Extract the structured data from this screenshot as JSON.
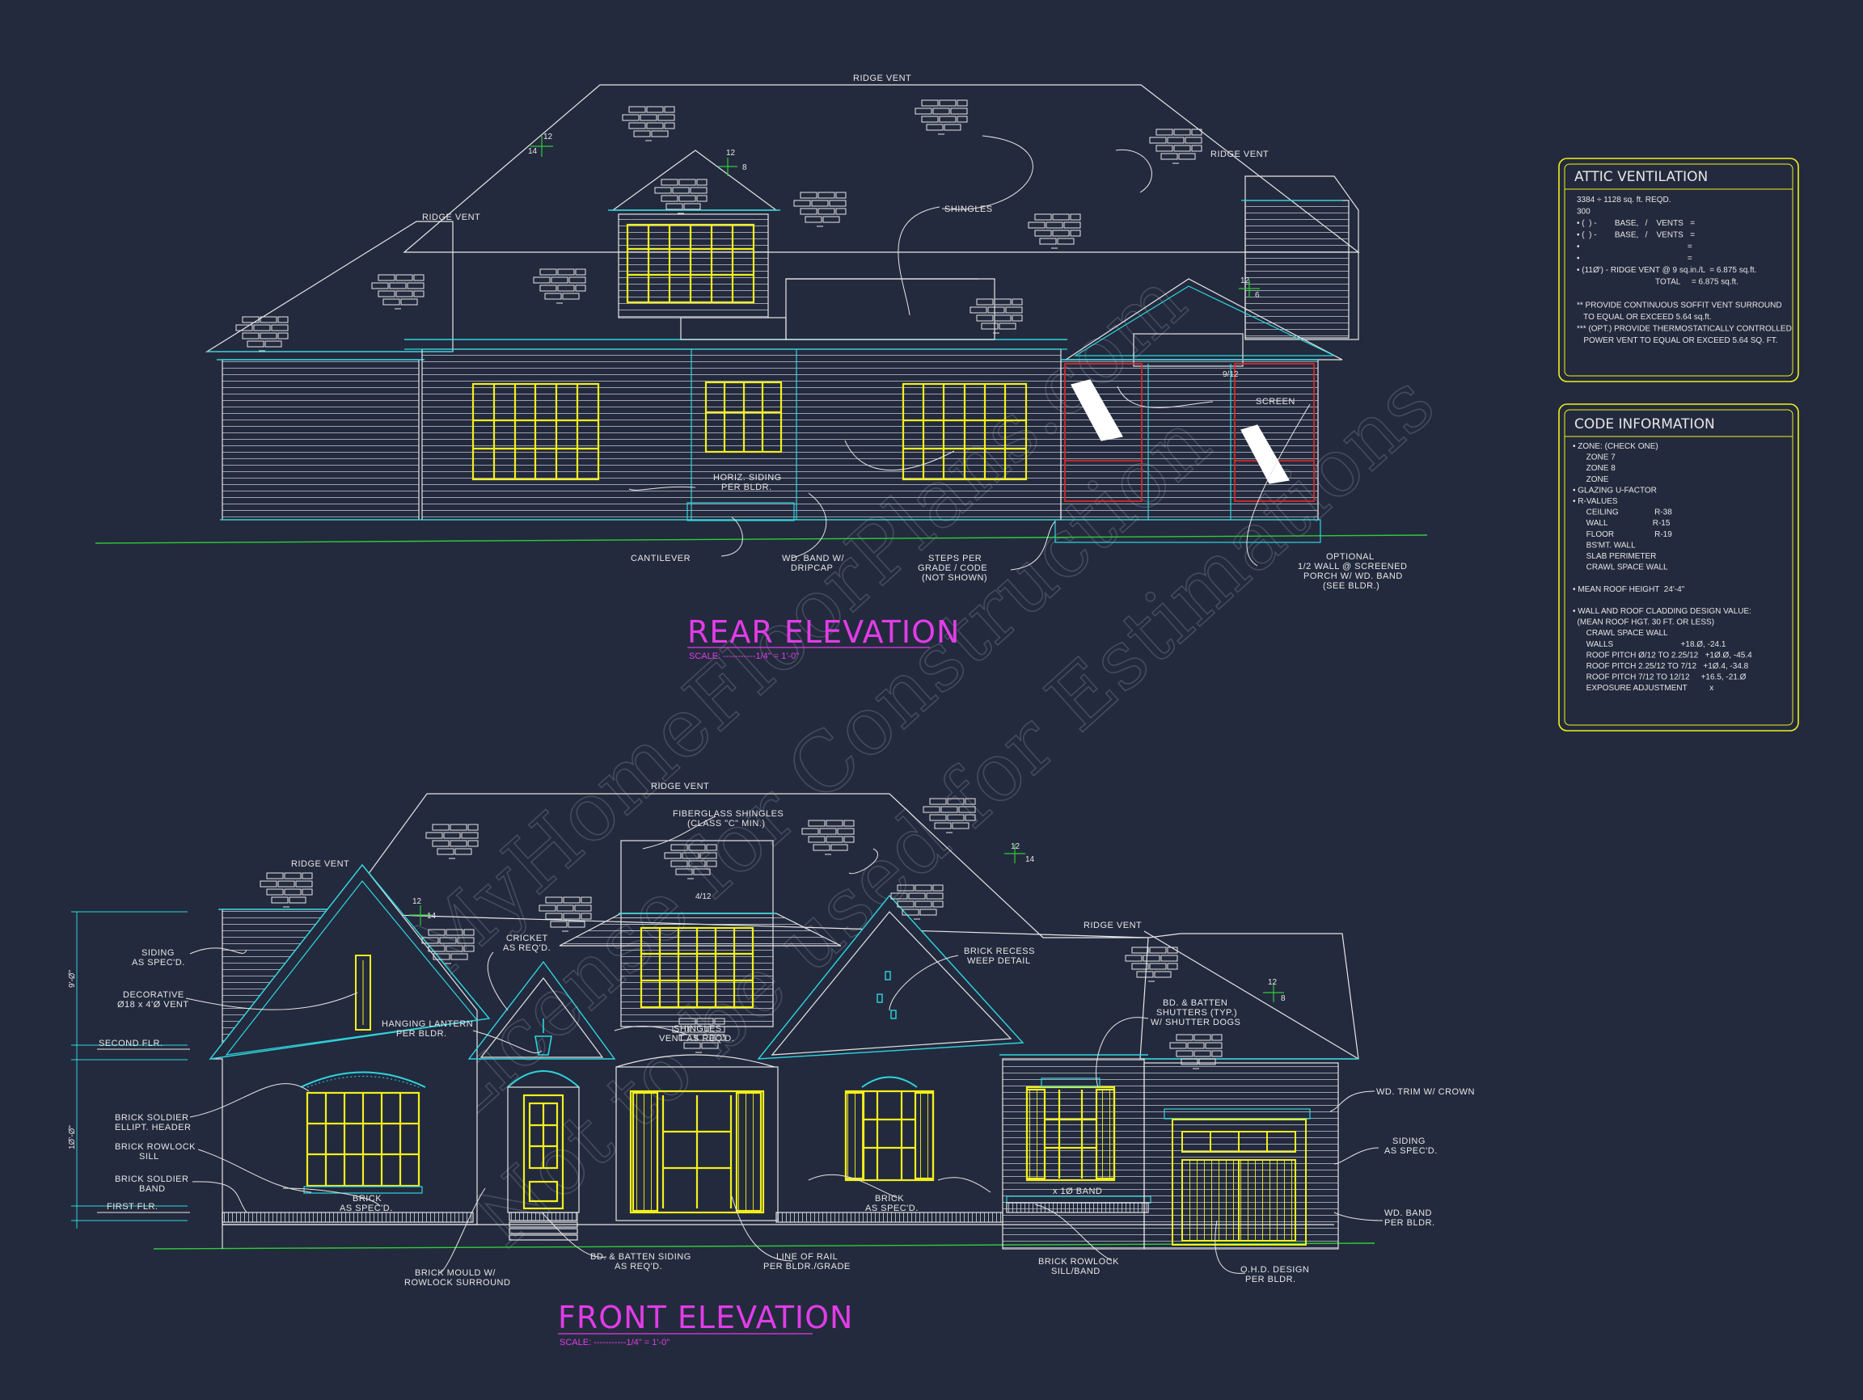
{
  "rear": {
    "title": "REAR ELEVATION",
    "scale": "SCALE: -----------1/4\" = 1'-0\"",
    "labels": {
      "ridge_top": "RIDGE VENT",
      "ridge_left": "RIDGE VENT",
      "ridge_right": "RIDGE VENT",
      "shingles": "SHINGLES",
      "screen": "SCREEN",
      "siding": [
        "HORIZ. SIDING",
        "PER BLDR."
      ],
      "cantilever": "CANTILEVER",
      "band": [
        "WD. BAND W/",
        "DRIPCAP"
      ],
      "steps": [
        "STEPS PER",
        "GRADE / CODE",
        "(NOT SHOWN)"
      ],
      "porch": [
        "OPTIONAL",
        "1/2 WALL @ SCREENED",
        "PORCH W/ WD. BAND",
        "(SEE BLDR.)"
      ],
      "pitch_a": [
        "12",
        "14"
      ],
      "pitch_b": [
        "12",
        "8"
      ],
      "pitch_c": [
        "12",
        "6"
      ],
      "pitch_d": "9/12"
    }
  },
  "front": {
    "title": "FRONT ELEVATION",
    "scale": "SCALE: -----------1/4\" = 1'-0\"",
    "labels": {
      "ridge_top": "RIDGE VENT",
      "ridge_left": "RIDGE VENT",
      "ridge_right": "RIDGE VENT",
      "fiberglass": [
        "FIBERGLASS SHINGLES",
        "(CLASS \"C\" MIN.)"
      ],
      "siding_left": [
        "SIDING",
        "AS SPEC'D."
      ],
      "decorative": [
        "DECORATIVE",
        "Ø18 x 4'Ø VENT"
      ],
      "cricket": [
        "CRICKET",
        "AS REQ'D."
      ],
      "lantern": [
        "HANGING LANTERN",
        "PER BLDR."
      ],
      "shingles_vent": [
        "SHINGLES",
        "VENT AS REQ'D."
      ],
      "brick_recess": [
        "BRICK RECESS",
        "WEEP DETAIL"
      ],
      "batten_shutters": [
        "BD. & BATTEN",
        "SHUTTERS (TYP.)",
        "W/ SHUTTER DOGS"
      ],
      "trim": "WD. TRIM W/ CROWN",
      "siding_right": [
        "SIDING",
        "AS SPEC'D."
      ],
      "band_right": [
        "WD. BAND",
        "PER BLDR."
      ],
      "ohd": [
        "O.H.D. DESIGN",
        "PER BLDR."
      ],
      "rowlock_sill": [
        "BRICK ROWLOCK",
        "SILL/BAND"
      ],
      "line_rail": [
        "LINE OF RAIL",
        "PER BLDR./GRADE"
      ],
      "batten_siding": [
        "BD. & BATTEN SIDING",
        "AS REQ'D."
      ],
      "brick_mould": [
        "BRICK MOULD W/",
        "ROWLOCK SURROUND"
      ],
      "brick_mid": [
        "BRICK",
        "AS SPEC'D."
      ],
      "brick_left": [
        "BRICK",
        "AS SPEC'D."
      ],
      "x10_band": "x 1Ø BAND",
      "soldier_header": [
        "BRICK SOLDIER",
        "ELLIPT. HEADER"
      ],
      "rowlock": [
        "BRICK ROWLOCK",
        "SILL"
      ],
      "soldier_band": [
        "BRICK SOLDIER",
        "BAND"
      ],
      "second_flr": "SECOND FLR.",
      "first_flr": "FIRST FLR.",
      "dim_upper": "9'-Ø\"",
      "dim_lower": "1Ø'-Ø\"",
      "pitch_4_12": "4/12",
      "pitch_a": [
        "12",
        "14"
      ],
      "pitch_b": [
        "12",
        "14"
      ],
      "pitch_c": [
        "12",
        "8"
      ]
    }
  },
  "attic": {
    "title": "ATTIC VENTILATION",
    "lines": [
      "3384 ÷ 1128 sq. ft. REQD.",
      "300",
      "• (  ) -        BASE,   /    VENTS   =",
      "• (  ) -        BASE,   /    VENTS   =",
      "•                                                =",
      "•                                                =",
      "• (11Ø') - RIDGE VENT @ 9 sq.in./L  = 6.875 sq.ft.",
      "                                   TOTAL     = 6.875 sq.ft.",
      "",
      "** PROVIDE CONTINUOUS SOFFIT VENT SURROUND",
      "   TO EQUAL OR EXCEED 5.64 sq.ft.",
      "*** (OPT.) PROVIDE THERMOSTATICALLY CONTROLLED",
      "   POWER VENT TO EQUAL OR EXCEED 5.64 SQ. FT."
    ]
  },
  "code": {
    "title": "CODE INFORMATION",
    "lines": [
      "• ZONE: (CHECK ONE)",
      "      ZONE 7",
      "      ZONE 8",
      "      ZONE",
      "• GLAZING U-FACTOR",
      "• R-VALUES",
      "      CEILING                R-38",
      "      WALL                    R-15",
      "      FLOOR                  R-19",
      "      BS'MT. WALL",
      "      SLAB PERIMETER",
      "      CRAWL SPACE WALL",
      "",
      "• MEAN ROOF HEIGHT  24'-4\"",
      "",
      "• WALL AND ROOF CLADDING DESIGN VALUE:",
      "  (MEAN ROOF HGT. 30 FT. OR LESS)",
      "      CRAWL SPACE WALL",
      "      WALLS                              +18.Ø, -24.1",
      "      ROOF PITCH Ø/12 TO 2.25/12   +1Ø.Ø, -45.4",
      "      ROOF PITCH 2.25/12 TO 7/12   +1Ø.4, -34.8",
      "      ROOF PITCH 7/12 TO 12/12     +16.5, -21.Ø",
      "      EXPOSURE ADJUSTMENT          x"
    ]
  },
  "watermark": [
    "© MyHomeFloorPlans.com",
    "License for Construction",
    "Not to be used for Estimations"
  ],
  "colors": {
    "background": "#232a3d",
    "outline": "#e6e6e6",
    "cyan": "#2ed6df",
    "yellow": "#f2f01c",
    "magenta": "#e23ce8",
    "green": "#2fcc3a",
    "red": "#d22a2a"
  }
}
